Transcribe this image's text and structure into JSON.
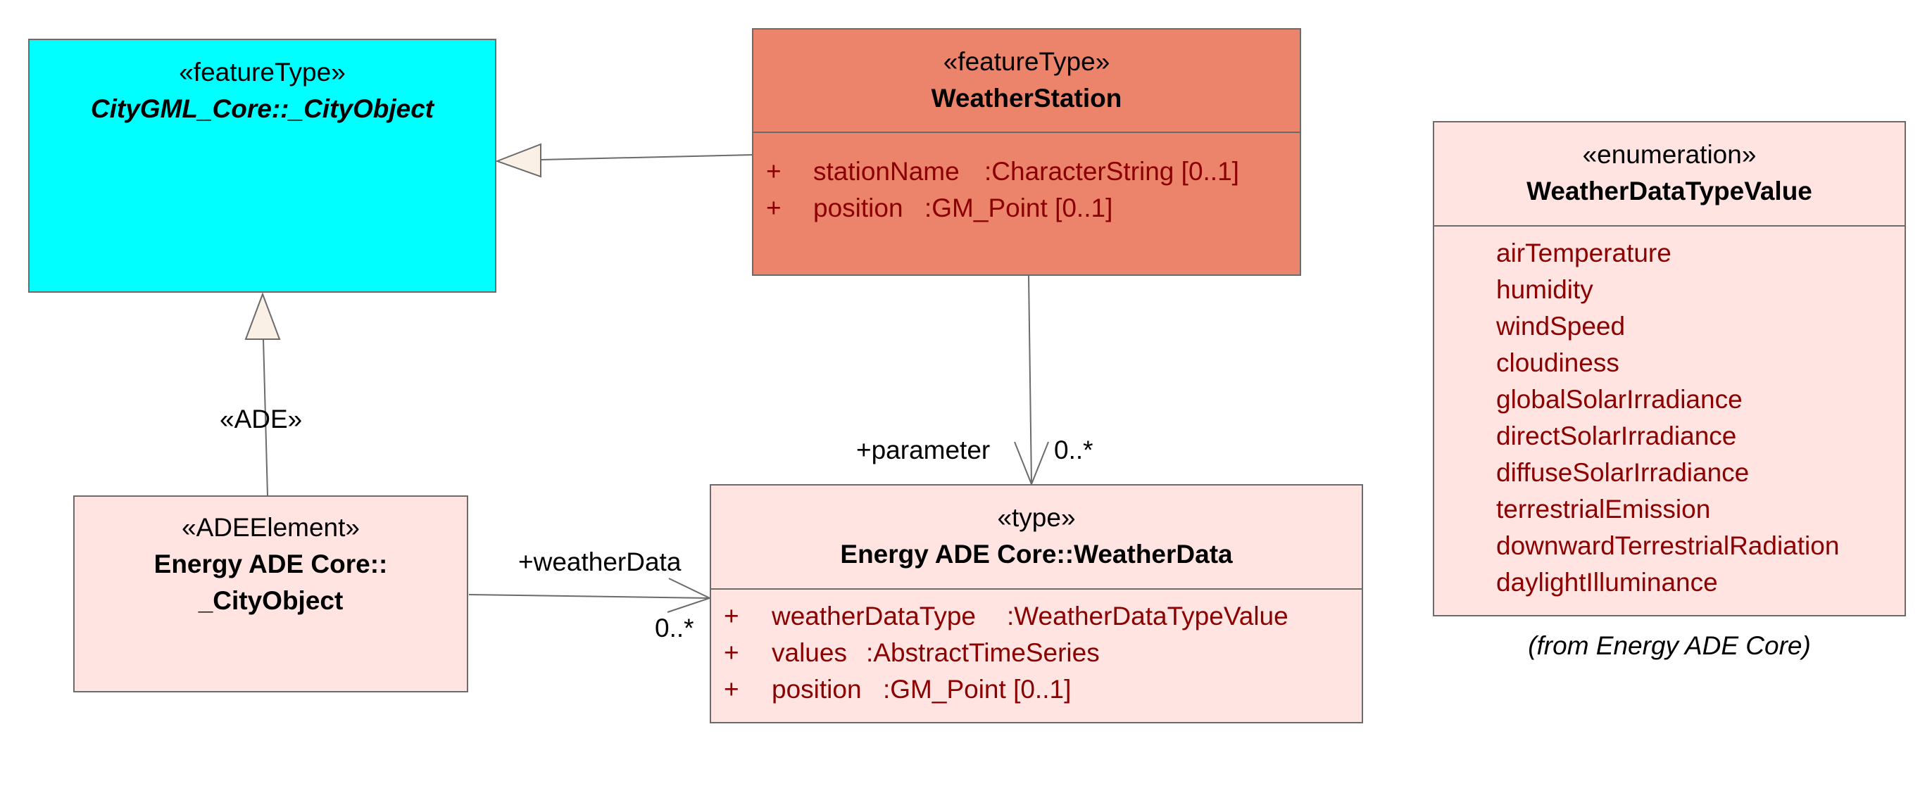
{
  "colors": {
    "cityobject_fill": "#00ffff",
    "weatherstation_fill": "#ec836b",
    "pale_fill": "#ffe4e1",
    "attribute_text": "#8b0000",
    "border": "#6b6b6b",
    "generalization_head": "#faf0e6"
  },
  "classes": {
    "citygml_cityobject": {
      "stereotype": "«featureType»",
      "name": "CityGML_Core::_CityObject"
    },
    "weather_station": {
      "stereotype": "«featureType»",
      "name": "WeatherStation",
      "attributes": [
        {
          "visibility": "+",
          "name": "stationName",
          "type": ":CharacterString [0..1]"
        },
        {
          "visibility": "+",
          "name": "position",
          "type": ":GM_Point [0..1]"
        }
      ]
    },
    "ade_cityobject": {
      "stereotype": "«ADEElement»",
      "name_line1": "Energy ADE Core::",
      "name_line2": "_CityObject"
    },
    "weather_data": {
      "stereotype": "«type»",
      "name": "Energy ADE Core::WeatherData",
      "attributes": [
        {
          "visibility": "+",
          "name": "weatherDataType",
          "type": ":WeatherDataTypeValue"
        },
        {
          "visibility": "+",
          "name": "values",
          "type": ":AbstractTimeSeries"
        },
        {
          "visibility": "+",
          "name": "position",
          "type": ":GM_Point [0..1]"
        }
      ]
    },
    "weather_data_type_value": {
      "stereotype": "«enumeration»",
      "name": "WeatherDataTypeValue",
      "literals": [
        "airTemperature",
        "humidity",
        "windSpeed",
        "cloudiness",
        "globalSolarIrradiance",
        "directSolarIrradiance",
        "diffuseSolarIrradiance",
        "terrestrialEmission",
        "downwardTerrestrialRadiation",
        "daylightIlluminance"
      ],
      "source_note": "(from Energy ADE Core)"
    }
  },
  "connectors": {
    "ade_label": "«ADE»",
    "parameter_role": "+parameter",
    "parameter_multiplicity": "0..*",
    "weatherdata_role": "+weatherData",
    "weatherdata_multiplicity": "0..*"
  }
}
